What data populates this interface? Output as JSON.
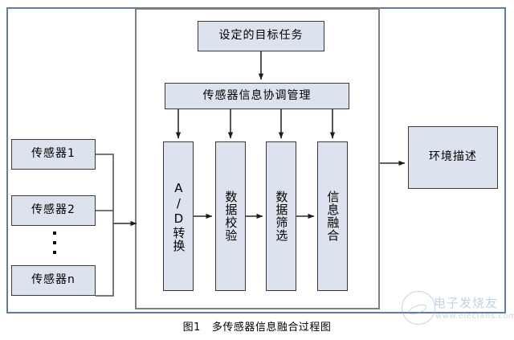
{
  "figure": {
    "caption_number": "图1",
    "caption_text": "多传感器信息融合过程图",
    "diagram_type": "flowchart",
    "colors": {
      "node_fill": "#dde3ee",
      "node_border": "#3a3a3a",
      "outer_frame": "#5e7ca6",
      "inner_panel": "#808080",
      "connector": "#2b2b2b"
    }
  },
  "nodes": {
    "target_task": "设定的目标任务",
    "coordination": "传感器信息协调管理",
    "ad_conversion": "A/D转换",
    "data_verification": "数据校验",
    "data_filtering": "数据筛选",
    "information_fusion": "信息融合",
    "sensor_1": "传感器1",
    "sensor_2": "传感器2",
    "sensor_n": "传感器n",
    "environment_description": "环境描述",
    "sensor_ellipsis": "⋮"
  },
  "flow": {
    "edges": [
      {
        "from": "设定的目标任务",
        "to": "传感器信息协调管理"
      },
      {
        "from": "传感器信息协调管理",
        "to": "A/D转换"
      },
      {
        "from": "传感器信息协调管理",
        "to": "数据校验"
      },
      {
        "from": "传感器信息协调管理",
        "to": "数据筛选"
      },
      {
        "from": "传感器信息协调管理",
        "to": "信息融合"
      },
      {
        "from": "A/D转换",
        "to": "数据校验"
      },
      {
        "from": "数据校验",
        "to": "数据筛选"
      },
      {
        "from": "数据筛选",
        "to": "信息融合"
      },
      {
        "from": "传感器1",
        "to": "A/D转换"
      },
      {
        "from": "传感器2",
        "to": "A/D转换"
      },
      {
        "from": "传感器n",
        "to": "A/D转换"
      },
      {
        "from": "信息融合",
        "to": "环境描述"
      }
    ]
  },
  "watermark": {
    "brand": "电子发烧友",
    "url": "www.elecfans.com"
  }
}
